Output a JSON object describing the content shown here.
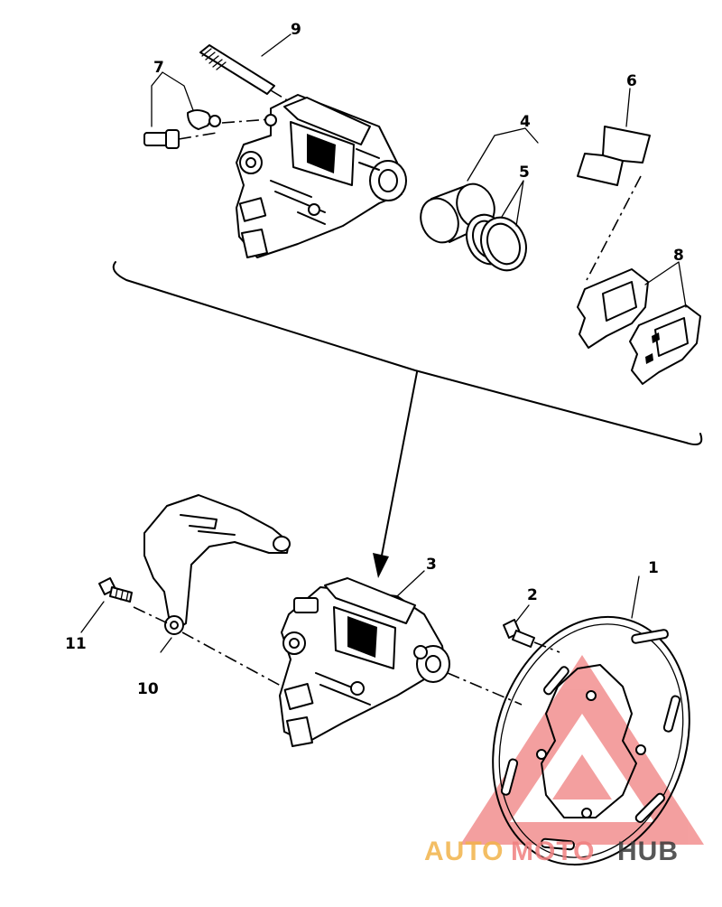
{
  "callouts": {
    "c1": "1",
    "c2": "2",
    "c3": "3",
    "c4": "4",
    "c5": "5",
    "c6": "6",
    "c7": "7",
    "c8": "8",
    "c9": "9",
    "c10": "10",
    "c11": "11"
  },
  "watermark": {
    "part1": "AUTO",
    "part2": "MOTO",
    "part3": "HUB",
    "color_primary": "#f2b34a",
    "color_secondary": "#f08080",
    "color_dark": "#3a3a3a"
  }
}
